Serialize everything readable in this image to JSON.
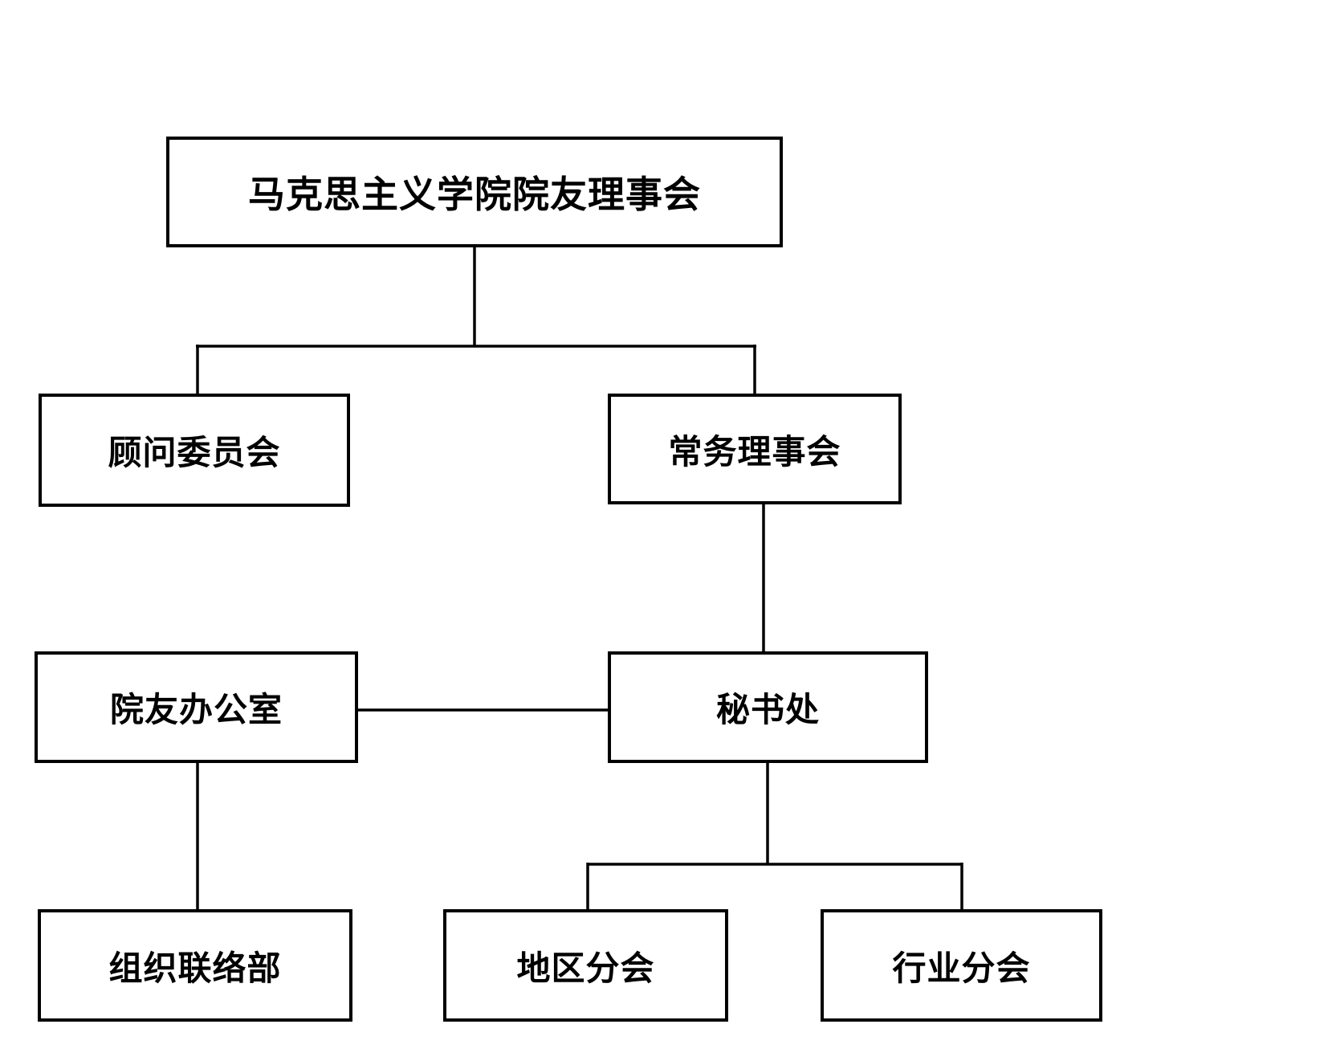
{
  "page": {
    "background_color": "#ffffff",
    "line_color": "#000000",
    "text_color": "#000000"
  },
  "diagram": {
    "type": "organization-chart",
    "nodes": [
      {
        "id": "council",
        "label": "马克思主义学院院友理事会",
        "level": 1
      },
      {
        "id": "advisory",
        "label": "顾问委员会",
        "level": 2
      },
      {
        "id": "standing",
        "label": "常务理事会",
        "level": 2
      },
      {
        "id": "alumni-office",
        "label": "院友办公室",
        "level": 3
      },
      {
        "id": "secretariat",
        "label": "秘书处",
        "level": 3
      },
      {
        "id": "org-liaison",
        "label": "组织联络部",
        "level": 4
      },
      {
        "id": "regional",
        "label": "地区分会",
        "level": 4
      },
      {
        "id": "industry",
        "label": "行业分会",
        "level": 4
      }
    ],
    "edges": [
      {
        "from": "马克思主义学院院友理事会",
        "to": "顾问委员会",
        "style": "elbow"
      },
      {
        "from": "马克思主义学院院友理事会",
        "to": "常务理事会",
        "style": "elbow"
      },
      {
        "from": "常务理事会",
        "to": "秘书处",
        "style": "straight"
      },
      {
        "from": "院友办公室",
        "to": "秘书处",
        "style": "lateral"
      },
      {
        "from": "院友办公室",
        "to": "组织联络部",
        "style": "straight"
      },
      {
        "from": "秘书处",
        "to": "地区分会",
        "style": "elbow"
      },
      {
        "from": "秘书处",
        "to": "行业分会",
        "style": "elbow"
      }
    ]
  }
}
